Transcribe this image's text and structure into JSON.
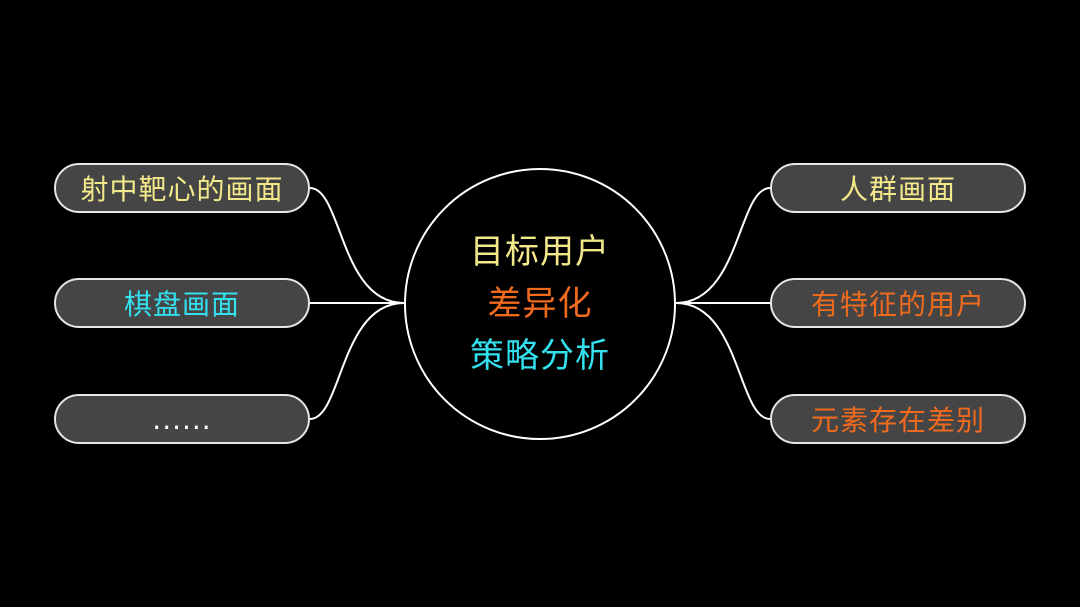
{
  "colors": {
    "background": "#000000",
    "line": "#ffffff",
    "pill_fill": "#454545",
    "yellow": "#f3e98a",
    "cyan": "#33e0ee",
    "orange": "#f06a1e",
    "white": "#ffffff"
  },
  "hub": {
    "line1": "目标用户",
    "line2": "差异化",
    "line3": "策略分析"
  },
  "left_nodes": [
    {
      "label": "射中靶心的画面",
      "color": "yellow"
    },
    {
      "label": "棋盘画面",
      "color": "cyan"
    },
    {
      "label": "......",
      "color": "white"
    }
  ],
  "right_nodes": [
    {
      "label": "人群画面",
      "color": "yellow"
    },
    {
      "label": "有特征的用户",
      "color": "orange"
    },
    {
      "label": "元素存在差别",
      "color": "orange"
    }
  ]
}
